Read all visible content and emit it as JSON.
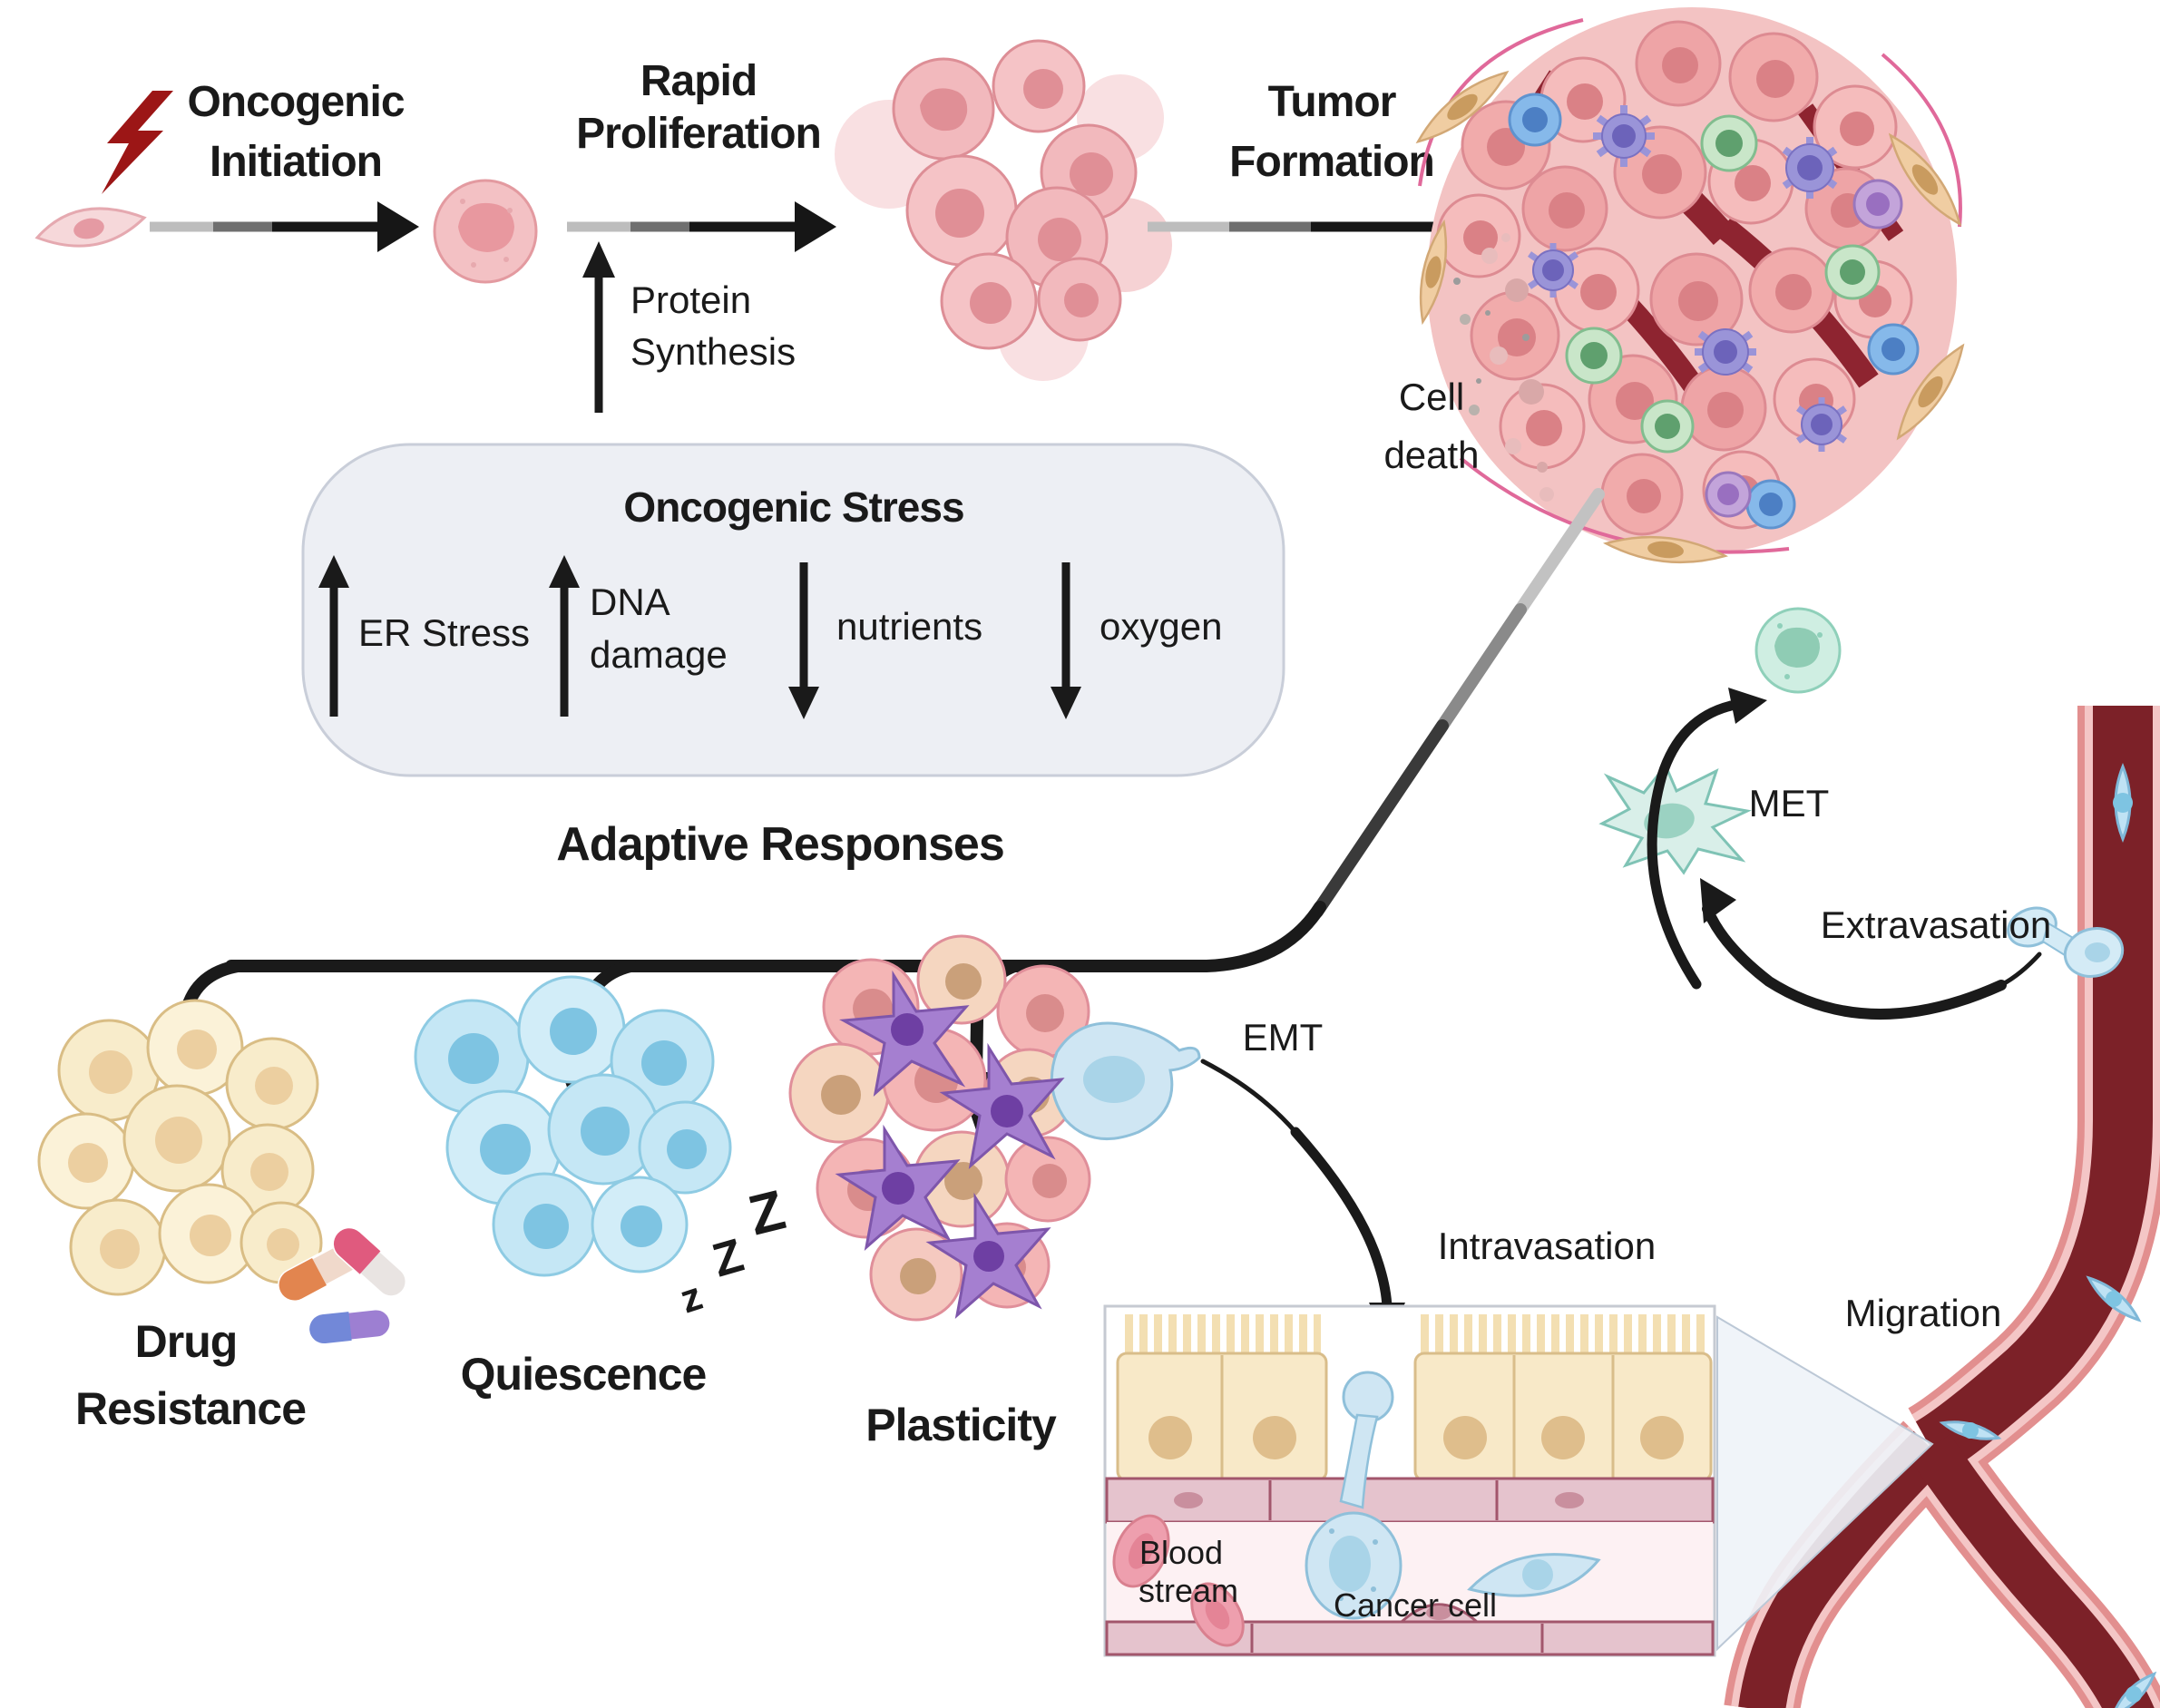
{
  "colors": {
    "ink": "#1a1a1a",
    "accent_red": "#b01f24",
    "accent_teal": "#17998b",
    "blood_label": "#a03c4e",
    "vessel_lumen": "#7c2128",
    "vessel_wall": "#e28f8f"
  },
  "flow": {
    "step1": {
      "line1": "Oncogenic",
      "line2": "Initiation"
    },
    "step2": {
      "line1": "Rapid",
      "line2": "Proliferation"
    },
    "step2_note": {
      "line1": "Protein",
      "line2": "Synthesis"
    },
    "step3": {
      "line1": "Tumor",
      "line2": "Formation"
    },
    "cell_death": {
      "line1": "Cell",
      "line2": "death"
    }
  },
  "stress_box": {
    "title": "Oncogenic Stress",
    "factors": [
      {
        "direction": "up",
        "line1": "ER Stress",
        "line2": ""
      },
      {
        "direction": "up",
        "line1": "DNA",
        "line2": "damage"
      },
      {
        "direction": "down",
        "line1": "nutrients",
        "line2": ""
      },
      {
        "direction": "down",
        "line1": "oxygen",
        "line2": ""
      }
    ]
  },
  "adaptive": {
    "title": "Adaptive Responses",
    "drug": {
      "line1": "Drug",
      "line2": "Resistance"
    },
    "quiescence": {
      "label": "Quiescence",
      "z1": "z",
      "z2": "Z",
      "z3": "Z"
    },
    "plasticity": {
      "label": "Plasticity"
    }
  },
  "metastasis": {
    "emt": "EMT",
    "intravasation": "Intravasation",
    "blood_stream": {
      "line1": "Blood",
      "line2": "stream"
    },
    "cancer_cell": "Cancer cell",
    "migration": "Migration",
    "extravasation": "Extravasation",
    "met": "MET"
  }
}
